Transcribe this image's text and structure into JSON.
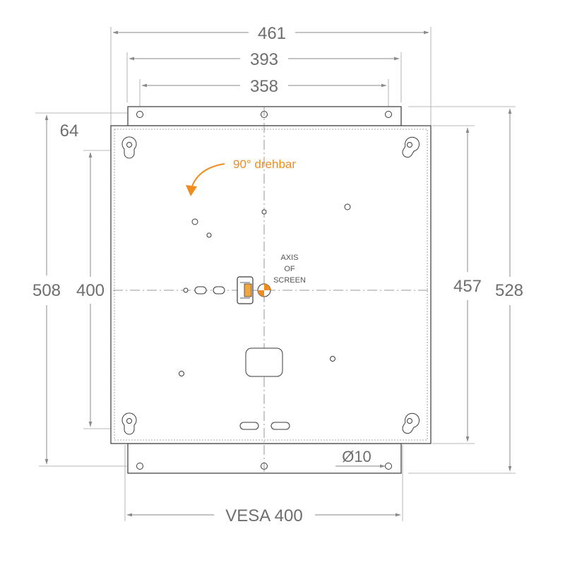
{
  "dimensions": {
    "width_outer": "461",
    "width_inner": "393",
    "width_holes": "358",
    "offset_top": "64",
    "height_left_outer": "508",
    "height_left_inner": "400",
    "height_right_inner": "457",
    "height_right_outer": "528",
    "hole_diameter": "Ø10",
    "vesa": "VESA 400"
  },
  "annotations": {
    "rotation": "90° drehbar",
    "axis_line1": "AXIS",
    "axis_line2": "OF",
    "axis_line3": "SCREEN"
  },
  "colors": {
    "accent": "#f08c1e",
    "line": "#3a3a3a",
    "dimension": "#8a8a8a"
  }
}
